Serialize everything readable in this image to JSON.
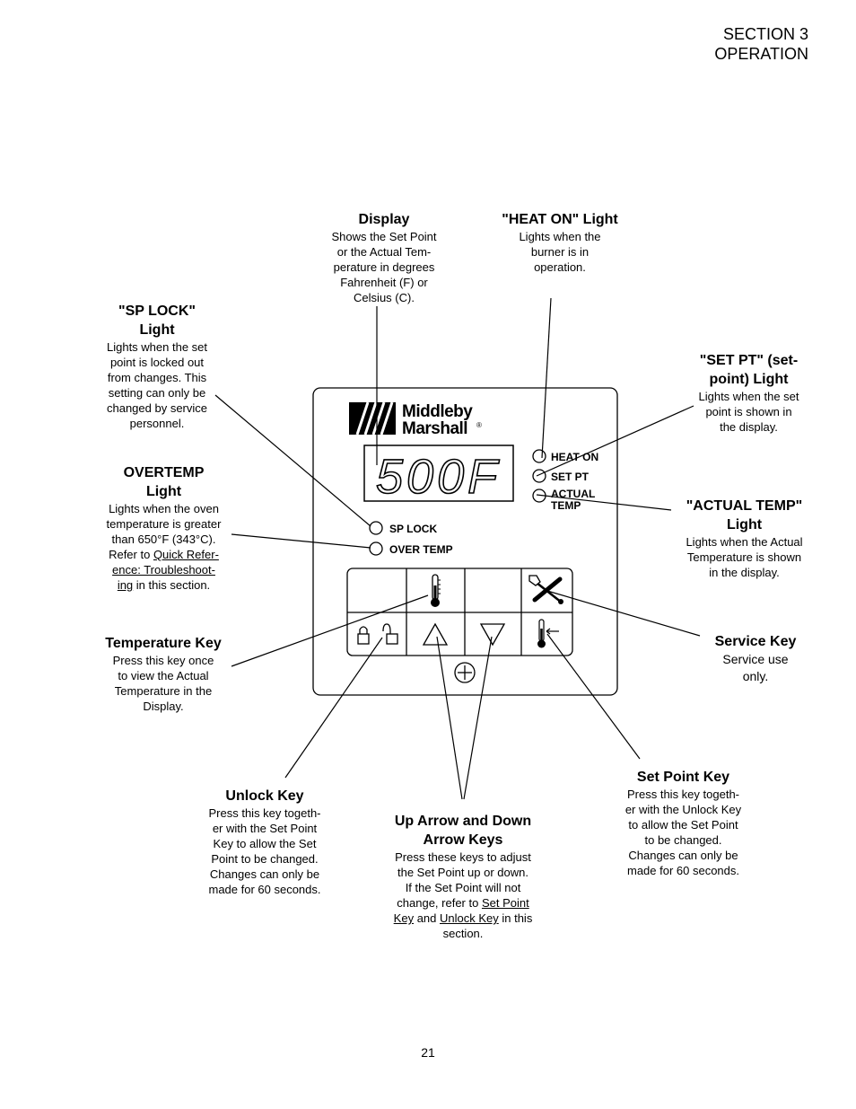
{
  "header": {
    "line1": "SECTION 3",
    "line2": "OPERATION"
  },
  "page_number": "21",
  "panel": {
    "brand_line1": "Middleby",
    "brand_line2": "Marshall",
    "registered_mark": "®",
    "display_value": "500F",
    "lights": {
      "heat_on": "HEAT ON",
      "set_pt": "SET PT",
      "actual_line1": "ACTUAL",
      "actual_line2": "TEMP",
      "sp_lock": "SP LOCK",
      "over_temp": "OVER TEMP"
    }
  },
  "callouts": {
    "display": {
      "title": "Display",
      "desc": "Shows the Set Point\nor the Actual Tem-\nperature  in degrees\nFahrenheit (F) or\nCelsius (C)."
    },
    "heat_on": {
      "title": "\"HEAT ON\" Light",
      "desc": "Lights when the\nburner is in\noperation."
    },
    "sp_lock": {
      "title1": "\"SP LOCK\"",
      "title2": "Light",
      "desc": "Lights when the set\npoint is locked out\nfrom changes. This\nsetting can only be\nchanged by service\npersonnel."
    },
    "set_pt": {
      "title1": "\"SET PT\" (set-",
      "title2": "point) Light",
      "desc": "Lights when the set\npoint is shown in\nthe display."
    },
    "overtemp": {
      "title1": "OVERTEMP",
      "title2": "Light",
      "desc": "Lights when the oven\ntemperature is greater\nthan 650°F (343°C).\nRefer to ",
      "link1": "Quick Refer-",
      "link2": "ence:  Troubleshoot-",
      "link3": "ing",
      "tail": " in this section."
    },
    "actual_temp": {
      "title1": "\"ACTUAL TEMP\"",
      "title2": "Light",
      "desc": "Lights when the Actual\nTemperature is shown\nin the display."
    },
    "temperature_key": {
      "title": "Temperature Key",
      "desc": "Press this key once\nto view the Actual\nTemperature in the\nDisplay."
    },
    "service_key": {
      "title": "Service Key",
      "desc": "Service use\nonly."
    },
    "set_point_key": {
      "title": "Set Point Key",
      "desc": "Press this key togeth-\ner with the Unlock Key\nto allow the Set Point\nto be changed.\nChanges can only be\nmade for 60 seconds."
    },
    "unlock_key": {
      "title": "Unlock Key",
      "desc": "Press this key togeth-\ner with the Set Point\nKey to allow the Set\nPoint to be changed.\nChanges can only be\nmade for 60 seconds."
    },
    "arrow_keys": {
      "title1": "Up Arrow and Down",
      "title2": "Arrow Keys",
      "desc": "Press these keys to adjust\nthe Set Point up or down.\nIf the Set Point will not\nchange, refer to ",
      "link1": "Set Point ",
      "link2": "Key",
      "mid": " and ",
      "link3": "Unlock Key",
      "tail": " in this\nsection."
    }
  },
  "colors": {
    "ink": "#000000",
    "panel_fill": "#ffffff"
  }
}
